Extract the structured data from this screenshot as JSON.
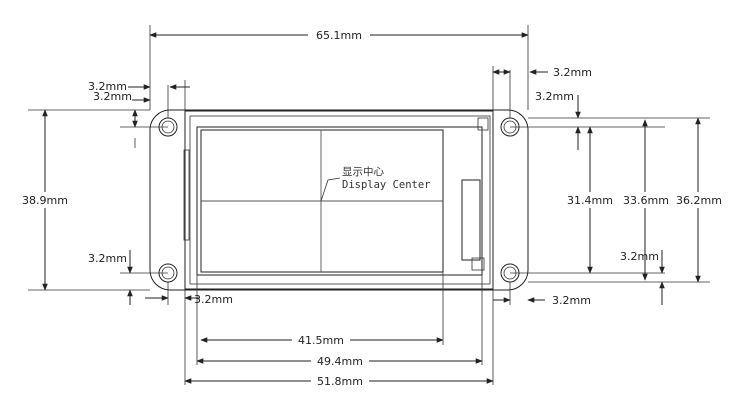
{
  "drawing": {
    "callout_cn": "显示中心",
    "callout_en": "Display Center"
  },
  "dimensions": {
    "overall_width": "65.1mm",
    "left_margin_outer": "3.2mm",
    "left_margin_inner": "3.2mm",
    "right_margin_top": "3.2mm",
    "right_hole_offset_top": "3.2mm",
    "left_hole_offset_bottom": "3.2mm",
    "bottom_margin_left": "3.2mm",
    "right_hole_offset_bottom": "3.2mm",
    "bottom_margin_right": "3.2mm",
    "overall_height": "38.9mm",
    "hole_spacing_vertical": "31.4mm",
    "board_height_inner": "33.6mm",
    "board_height_outer": "36.2mm",
    "active_area_width": "41.5mm",
    "display_width": "49.4mm",
    "module_width": "51.8mm"
  }
}
